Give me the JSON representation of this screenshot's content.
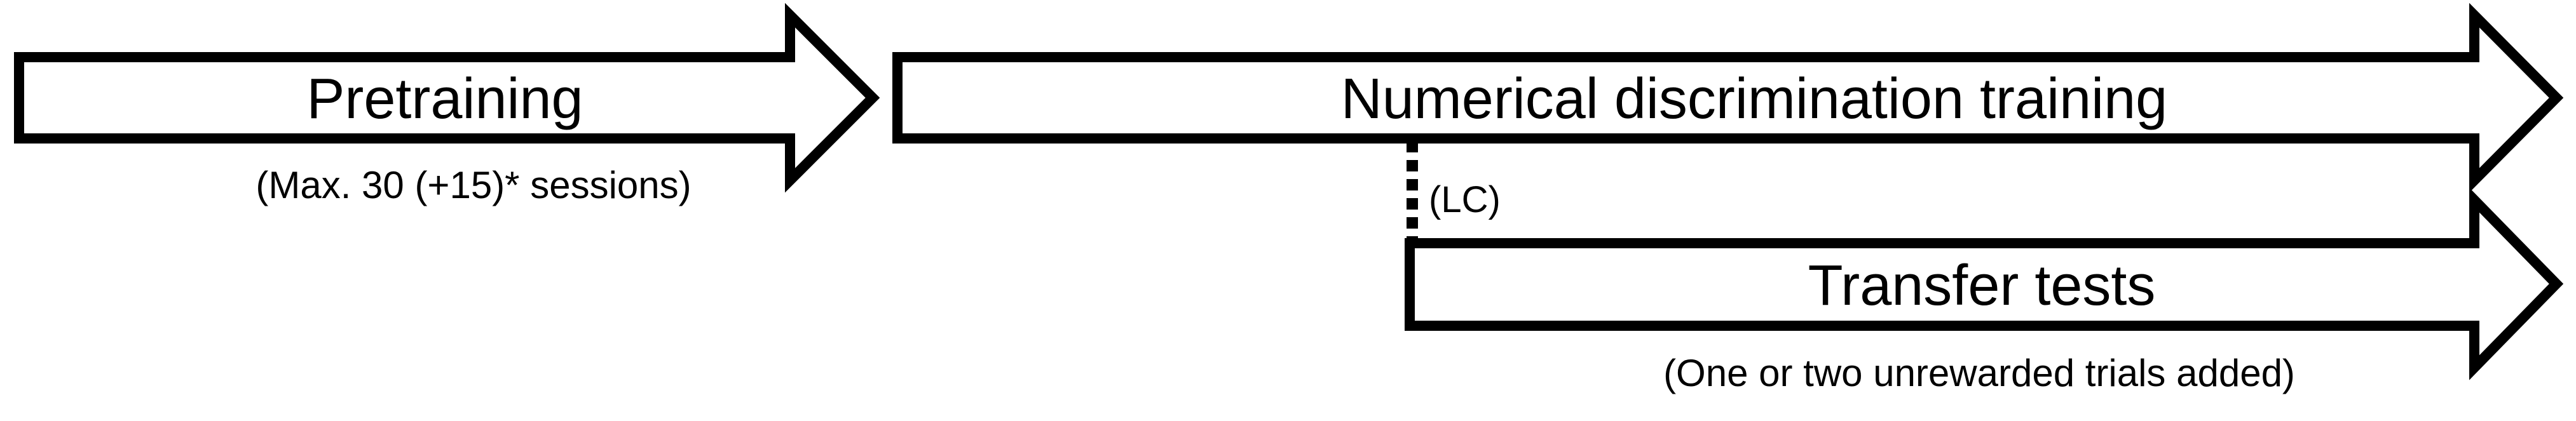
{
  "figure": {
    "type": "experimental-timeline-flow-diagram",
    "colors": {
      "ink": "#000000",
      "paper": "#ffffff"
    },
    "stages": [
      {
        "label": "Pretraining",
        "subtitle": "(Max. 30 (+15)* sessions)"
      },
      {
        "label": "Numerical discrimination training",
        "subtitle": ""
      },
      {
        "label": "Transfer tests",
        "subtitle": "(One or two unrewarded trials added)"
      }
    ],
    "divider": {
      "label": "(LC)",
      "style": "dotted-vertical"
    }
  }
}
